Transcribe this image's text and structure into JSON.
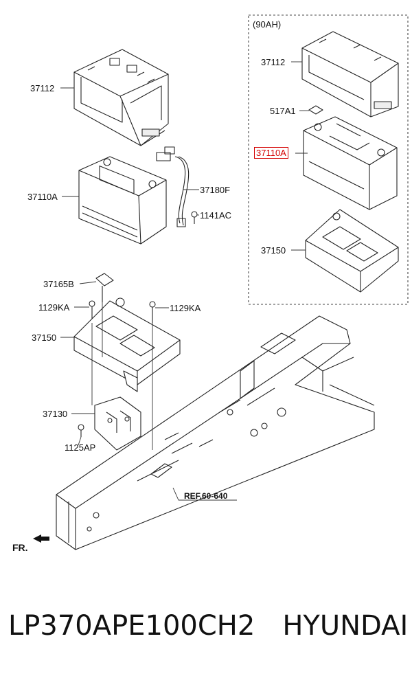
{
  "group_label": "(90AH)",
  "labels": {
    "left_tray": "37112",
    "left_battery": "37110A",
    "cable": "37180F",
    "bolt_1141": "1141AC",
    "bracket_37165": "37165B",
    "bolt_1129_left": "1129KA",
    "bolt_1129_right": "1129KA",
    "carrier_left": "37150",
    "bracket_37130": "37130",
    "bolt_1125": "1125AP",
    "right_tray": "37112",
    "insulator": "517A1",
    "right_battery": "37110A",
    "carrier_right": "37150"
  },
  "ref_label": "REF.60-640",
  "front_label": "FR.",
  "highlight_color": "#d40000",
  "footer": {
    "part_number": "LP370APE100CH2",
    "brand": "HYUNDAI"
  }
}
